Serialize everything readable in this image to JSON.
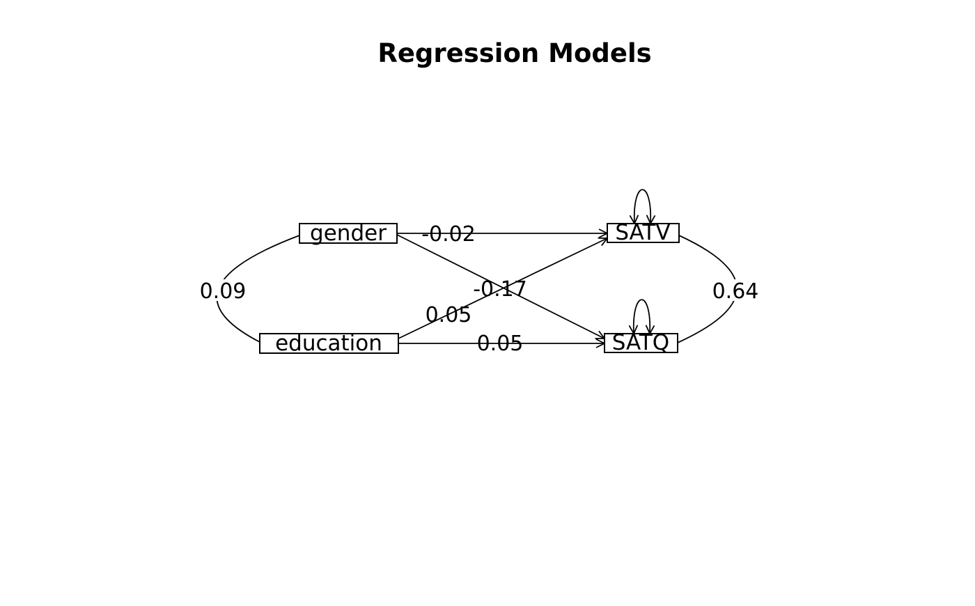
{
  "title": "Regression Models",
  "diagram": {
    "type": "path-diagram",
    "colors": {
      "line": "#000000",
      "text": "#000000",
      "background": "#ffffff"
    },
    "nodes": [
      {
        "id": "gender",
        "label": "gender",
        "role": "predictor"
      },
      {
        "id": "education",
        "label": "education",
        "role": "predictor"
      },
      {
        "id": "SATV",
        "label": "SATV",
        "role": "outcome"
      },
      {
        "id": "SATQ",
        "label": "SATQ",
        "role": "outcome"
      }
    ],
    "edges": [
      {
        "from": "gender",
        "to": "SATV",
        "label": "-0.02",
        "type": "regression-arrow"
      },
      {
        "from": "gender",
        "to": "SATQ",
        "label": "-0.17",
        "type": "regression-arrow"
      },
      {
        "from": "education",
        "to": "SATV",
        "label": "0.05",
        "type": "regression-arrow"
      },
      {
        "from": "education",
        "to": "SATQ",
        "label": "0.05",
        "type": "regression-arrow"
      },
      {
        "from": "gender",
        "to": "education",
        "label": "0.09",
        "type": "covariance-curve"
      },
      {
        "from": "SATV",
        "to": "SATQ",
        "label": "0.64",
        "type": "covariance-curve"
      }
    ],
    "self_loops": [
      {
        "node": "SATV",
        "type": "variance-loop"
      },
      {
        "node": "SATQ",
        "type": "variance-loop"
      }
    ]
  }
}
